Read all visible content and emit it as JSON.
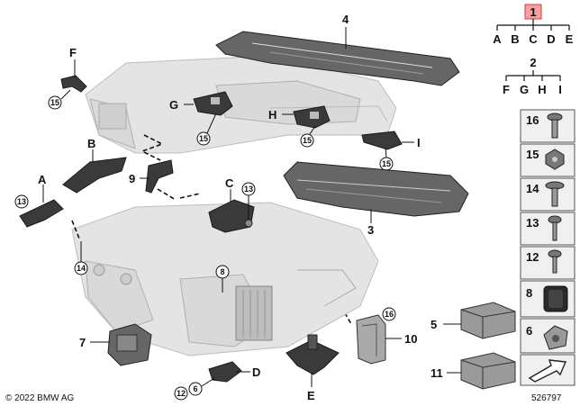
{
  "labels": {
    "p4": "4",
    "pF_top": "F",
    "pG": "G",
    "pH": "H",
    "pI": "I",
    "pB": "B",
    "p9": "9",
    "pA": "A",
    "pC": "C",
    "p3": "3",
    "p7": "7",
    "pD": "D",
    "pE": "E",
    "p10": "10",
    "p5": "5",
    "p11": "11"
  },
  "circles": {
    "c15a": "15",
    "c15b": "15",
    "c15c": "15",
    "c15d": "15",
    "c13a": "13",
    "c13b": "13",
    "c14": "14",
    "c8": "8",
    "c6": "6",
    "c12": "12",
    "c16": "16"
  },
  "tree": {
    "root": "1",
    "row1": [
      "A",
      "B",
      "C",
      "D",
      "E"
    ],
    "node2": "2",
    "row2": [
      "F",
      "G",
      "H",
      "I"
    ]
  },
  "side_parts": [
    "16",
    "15",
    "14",
    "13",
    "12",
    "8",
    "6"
  ],
  "footer": {
    "copyright": "© 2022 BMW AG",
    "diagram_number": "526797"
  },
  "colors": {
    "highlight_box": "#f4a0a4",
    "highlight_border": "#d23b44"
  }
}
